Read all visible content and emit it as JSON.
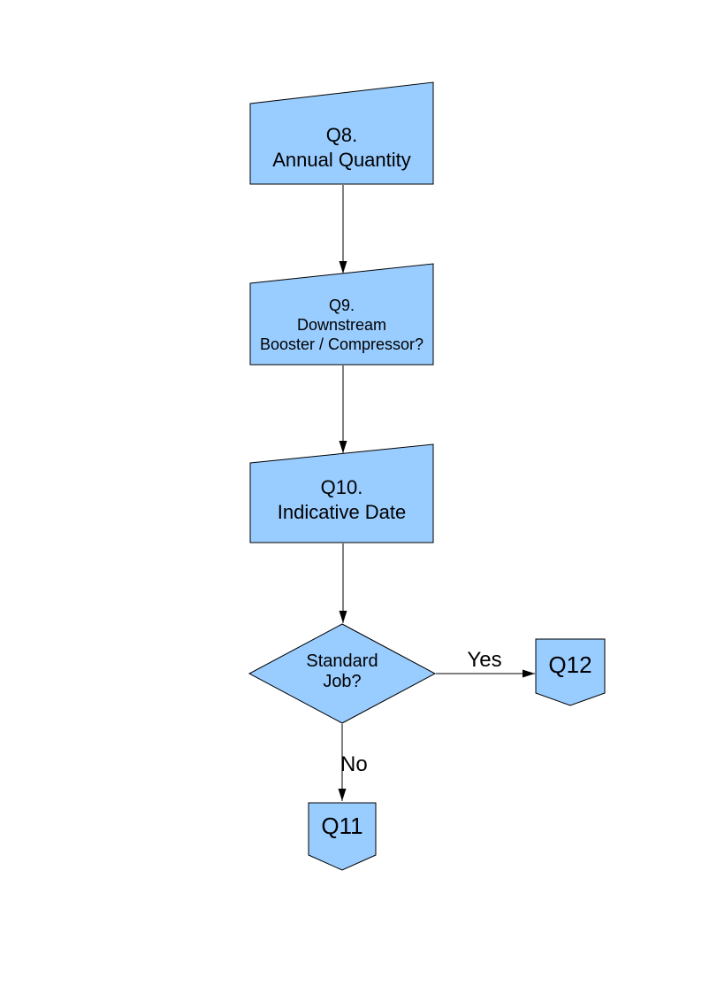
{
  "colors": {
    "background": "#ffffff",
    "shape_fill": "#99CCFF",
    "shape_border": "#000000",
    "line": "#000000",
    "text": "#000000"
  },
  "flowchart": {
    "nodes": {
      "q8": {
        "shape": "manual-input",
        "lines": {
          "l1": "Q8.",
          "l2": "Annual Quantity"
        }
      },
      "q9": {
        "shape": "manual-input",
        "lines": {
          "l1": "Q9.",
          "l2": "Downstream",
          "l3": "Booster / Compressor?"
        }
      },
      "q10": {
        "shape": "manual-input",
        "lines": {
          "l1": "Q10.",
          "l2": "Indicative Date"
        }
      },
      "decision": {
        "shape": "diamond",
        "lines": {
          "l1": "Standard",
          "l2": "Job?"
        }
      },
      "q12": {
        "shape": "offpage-connector",
        "lines": {
          "l1": "Q12"
        }
      },
      "q11": {
        "shape": "offpage-connector",
        "lines": {
          "l1": "Q11"
        }
      }
    },
    "edge_labels": {
      "yes": "Yes",
      "no": "No"
    }
  }
}
